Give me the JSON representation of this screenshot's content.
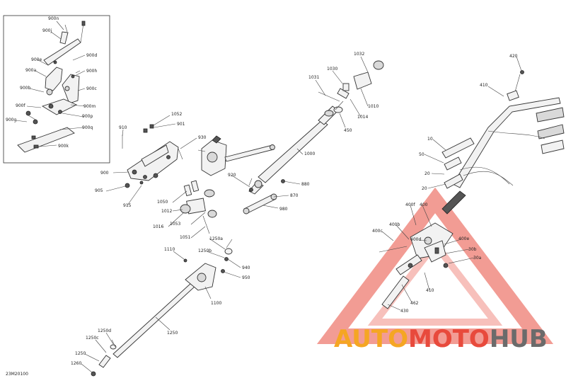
{
  "diagram_code": "23M20100",
  "watermark": {
    "part1": "AUTO",
    "part2": "MOTO",
    "part3": "HUB"
  },
  "colors": {
    "watermark_red": "#e84a3c",
    "watermark_orange": "#f5a623",
    "watermark_gray": "#6b6b6b",
    "line": "#333333"
  },
  "inset_labels": {
    "l900n": "900n",
    "l900j": "900j",
    "l900e": "900e",
    "l900d": "900d",
    "l900a": "900a",
    "l900h": "900h",
    "l900b": "900b",
    "l900c": "900c",
    "l900f": "900f",
    "l900m": "900m",
    "l900g": "900g",
    "l900p": "900p",
    "l900q": "900q",
    "l900k": "900k"
  },
  "labels": {
    "l1052": "1052",
    "l901": "901",
    "l910": "910",
    "l930": "930",
    "l900": "900",
    "l905": "905",
    "l915": "915",
    "l1050": "1050",
    "l1012": "1012",
    "l1016": "1016",
    "l1053": "1053",
    "l1051": "1051",
    "l920": "920",
    "l880": "880",
    "l870": "870",
    "l980": "980",
    "l1030": "1030",
    "l1031": "1031",
    "l1032": "1032",
    "l1010": "1010",
    "l1014": "1014",
    "l450": "450",
    "l1000": "1000",
    "l1250a": "1250a",
    "l1250b": "1250b",
    "l1110": "1110",
    "l940": "940",
    "l950": "950",
    "l1100": "1100",
    "l1250": "1250",
    "l1250d": "1250d",
    "l1250c": "1250c",
    "l1250e": "1250",
    "l1260": "1260",
    "l420": "420",
    "l410": "410",
    "l10": "10",
    "l50": "50",
    "l20a": "20",
    "l20b": "20",
    "l400": "400",
    "l400f": "400f",
    "l400b": "400b",
    "l400c": "400c",
    "l400d": "400d",
    "l400e": "400e",
    "l30b": "30b",
    "l30a": "30a",
    "l410b": "410",
    "l462": "462",
    "l430": "430"
  }
}
